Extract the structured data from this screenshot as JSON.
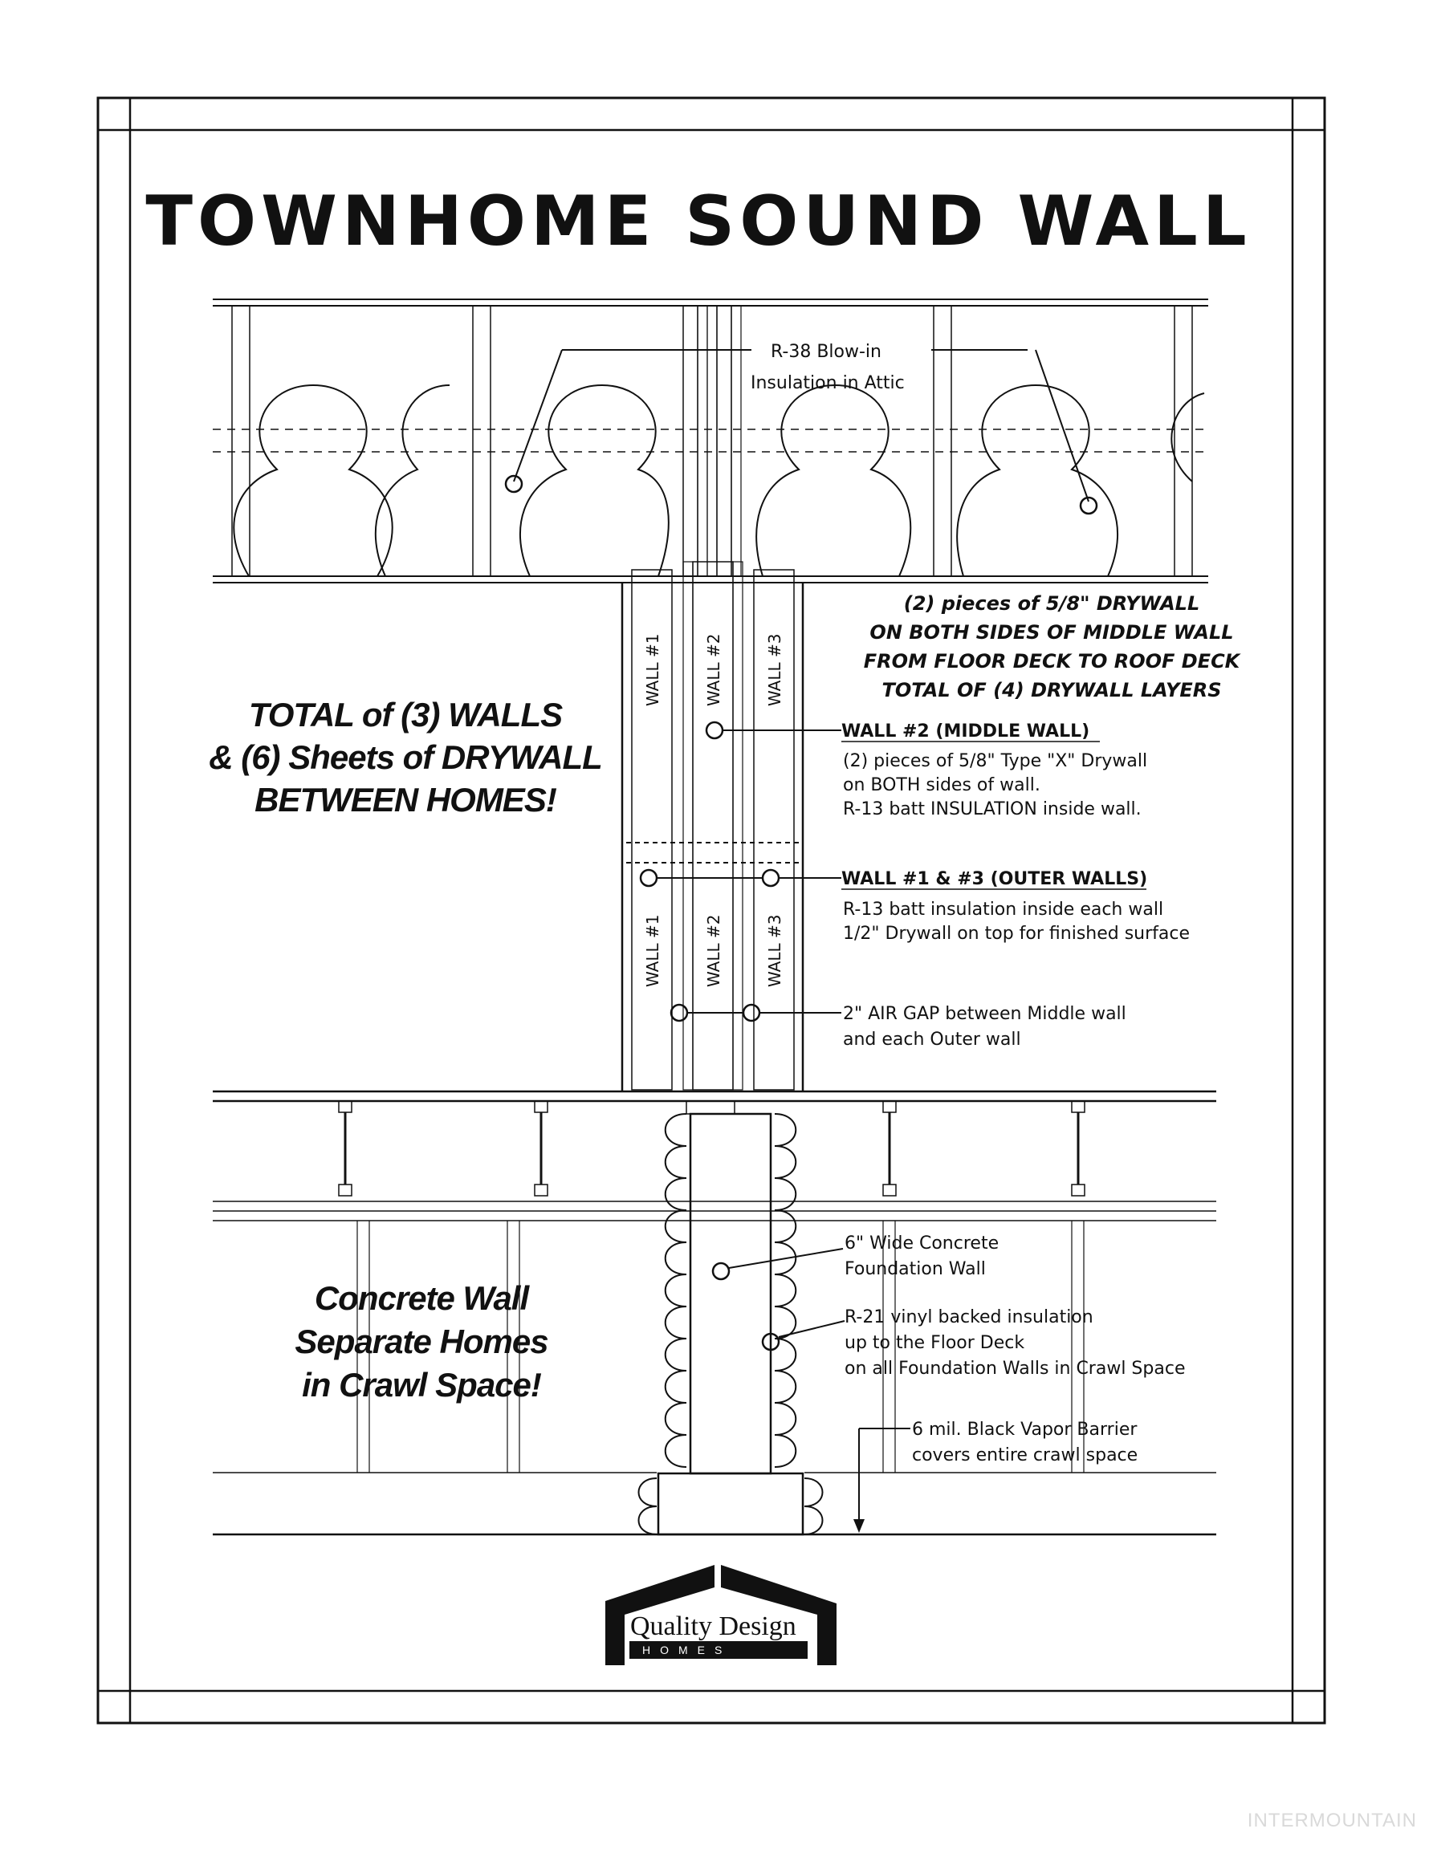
{
  "title": "TOWNHOME SOUND WALL",
  "labels": {
    "attic": [
      "R-38 Blow-in",
      "Insulation in Attic"
    ],
    "drywall_note": [
      "(2) pieces of 5/8\" DRYWALL",
      "ON BOTH SIDES OF MIDDLE WALL",
      "FROM FLOOR DECK TO ROOF DECK",
      "TOTAL OF (4) DRYWALL LAYERS"
    ],
    "middle_wall_head": "WALL #2 (MIDDLE WALL)",
    "middle_wall_body": [
      "(2) pieces of 5/8\" Type \"X\" Drywall",
      "on BOTH sides of wall.",
      "R-13 batt INSULATION inside wall."
    ],
    "outer_walls_head": "WALL #1 & #3 (OUTER WALLS)",
    "outer_walls_body": [
      "R-13 batt insulation inside each wall",
      "1/2\" Drywall on top for finished surface"
    ],
    "air_gap": [
      "2\" AIR GAP between Middle wall",
      "and each Outer wall"
    ],
    "concrete": [
      "6\" Wide Concrete",
      "Foundation Wall"
    ],
    "r21": [
      "R-21 vinyl backed insulation",
      "up to the Floor Deck",
      "on all Foundation Walls in Crawl Space"
    ],
    "vapor": [
      "6 mil. Black Vapor Barrier",
      "covers entire crawl space"
    ]
  },
  "walls": [
    "WALL #1",
    "WALL #2",
    "WALL #3"
  ],
  "callouts": {
    "total": [
      "TOTAL of (3) WALLS",
      "& (6) Sheets of DRYWALL",
      "BETWEEN HOMES!"
    ],
    "concrete": [
      "Concrete Wall",
      "Separate Homes",
      "in Crawl Space!"
    ]
  },
  "logo": {
    "main": "Quality Design",
    "sub": "HOMES"
  },
  "watermark": "INTERMOUNTAIN"
}
